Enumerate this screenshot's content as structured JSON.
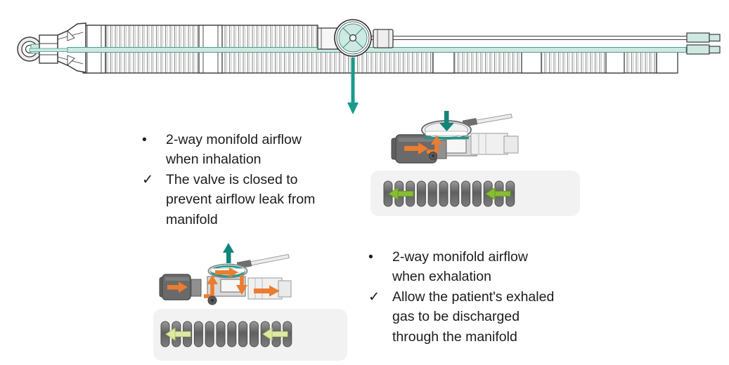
{
  "slide": {
    "callouts": {
      "inhalation": {
        "bullet_marker": "•",
        "bullet_lines": [
          "2-way monifold airflow",
          "when inhalation"
        ],
        "check_marker": "✓",
        "check_lines": [
          "The valve is closed to",
          "prevent airflow leak from",
          "manifold"
        ]
      },
      "exhalation": {
        "bullet_marker": "•",
        "bullet_lines": [
          "2-way monifold airflow",
          "when exhalation"
        ],
        "check_marker": "✓",
        "check_lines": [
          "Allow the patient's exhaled",
          "gas to be discharged",
          "through the manifold"
        ]
      }
    }
  },
  "colors": {
    "teal": "#1A9A8C",
    "teal_dark": "#128578",
    "teal_light": "#CFE8E2",
    "teal_edge": "#4D9B90",
    "orange": "#EC7C30",
    "green_bright": "#86BD33",
    "green_dark": "#679F23",
    "green_pale": "#DFE9A3",
    "green_pale_edge": "#B9CC6E",
    "gray_connector": "#6A6A6A",
    "gray_tube_edge": "#4E4E4E",
    "panel": "#F2F2F2",
    "ink": "#1C1C1C",
    "outline": "#3C3C3C"
  }
}
